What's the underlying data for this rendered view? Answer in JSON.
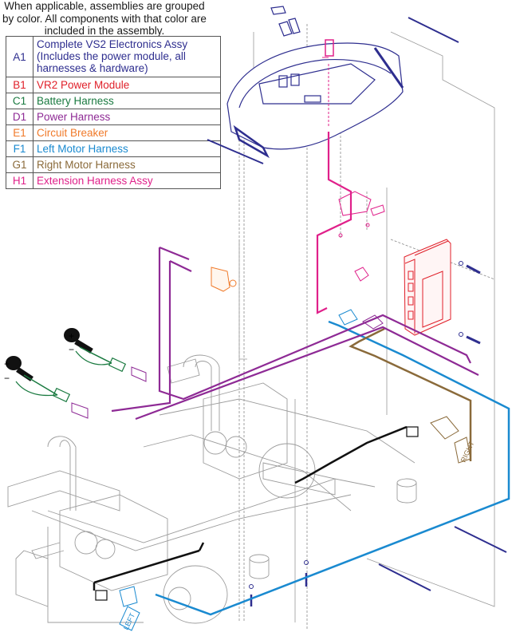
{
  "intro_note": "When applicable, assemblies are grouped by color. All components with that color are included in the assembly.",
  "legend": [
    {
      "code": "A1",
      "lines": [
        "Complete VS2 Electronics Assy",
        "(Includes the power module, all",
        "harnesses & hardware)"
      ],
      "color": "#2e2e8f"
    },
    {
      "code": "B1",
      "lines": [
        "VR2 Power Module"
      ],
      "color": "#e0202a"
    },
    {
      "code": "C1",
      "lines": [
        "Battery Harness"
      ],
      "color": "#1a7a40"
    },
    {
      "code": "D1",
      "lines": [
        "Power Harness"
      ],
      "color": "#8e2a95"
    },
    {
      "code": "E1",
      "lines": [
        "Circuit Breaker"
      ],
      "color": "#f07a2a"
    },
    {
      "code": "F1",
      "lines": [
        "Left Motor Harness"
      ],
      "color": "#1a8ad0"
    },
    {
      "code": "G1",
      "lines": [
        "Right Motor Harness"
      ],
      "color": "#8a6a3a"
    },
    {
      "code": "H1",
      "lines": [
        "Extension Harness Assy"
      ],
      "color": "#e0208a"
    }
  ],
  "diagram": {
    "battery_labels": {
      "plus": "+",
      "minus": "−"
    },
    "connector_tags": {
      "right": "RIGHT",
      "left": "LEFT"
    },
    "wire_colors": {
      "electronics": "#2e2e8f",
      "power_module": "#e0202a",
      "battery": "#1a7a40",
      "power": "#8e2a95",
      "breaker": "#f07a2a",
      "left_motor": "#1a8ad0",
      "right_motor": "#8a6a3a",
      "extension": "#e0208a",
      "brake": "#111111"
    }
  }
}
